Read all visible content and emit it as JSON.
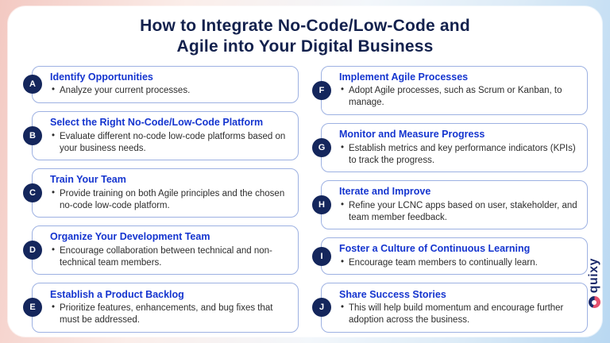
{
  "title": {
    "line1": "How to Integrate No-Code/Low-Code and",
    "line2": "Agile into Your Digital Business"
  },
  "items": [
    {
      "letter": "A",
      "title": "Identify Opportunities",
      "description": "Analyze your current processes."
    },
    {
      "letter": "B",
      "title": "Select the Right No-Code/Low-Code Platform",
      "description": "Evaluate different no-code low-code platforms based on your business needs."
    },
    {
      "letter": "C",
      "title": "Train Your Team",
      "description": "Provide training on both Agile principles and the chosen no-code low-code platform."
    },
    {
      "letter": "D",
      "title": "Organize Your Development Team",
      "description": "Encourage collaboration between technical and non-technical team members."
    },
    {
      "letter": "E",
      "title": "Establish a Product Backlog",
      "description": "Prioritize features, enhancements, and bug fixes that must be addressed."
    },
    {
      "letter": "F",
      "title": "Implement Agile Processes",
      "description": "Adopt Agile processes, such as Scrum or Kanban, to manage."
    },
    {
      "letter": "G",
      "title": "Monitor and Measure Progress",
      "description": "Establish metrics and key performance indicators (KPIs) to track the progress."
    },
    {
      "letter": "H",
      "title": "Iterate and Improve",
      "description": "Refine your LCNC apps based on user, stakeholder, and team member feedback."
    },
    {
      "letter": "I",
      "title": "Foster a Culture of Continuous Learning",
      "description": "Encourage team members to continually learn."
    },
    {
      "letter": "J",
      "title": "Share Success Stories",
      "description": "This will help build momentum and encourage further adoption across the business."
    }
  ],
  "brand": {
    "name": "quixy"
  },
  "colors": {
    "title_navy": "#13214d",
    "step_title_blue": "#1535cf",
    "badge_navy": "#14265c",
    "card_border": "#9db1e2",
    "brand_pink": "#e5516e",
    "brand_navy": "#1b2a6b",
    "bg_left": "#f3c9c2",
    "bg_right": "#b9d8f2"
  }
}
